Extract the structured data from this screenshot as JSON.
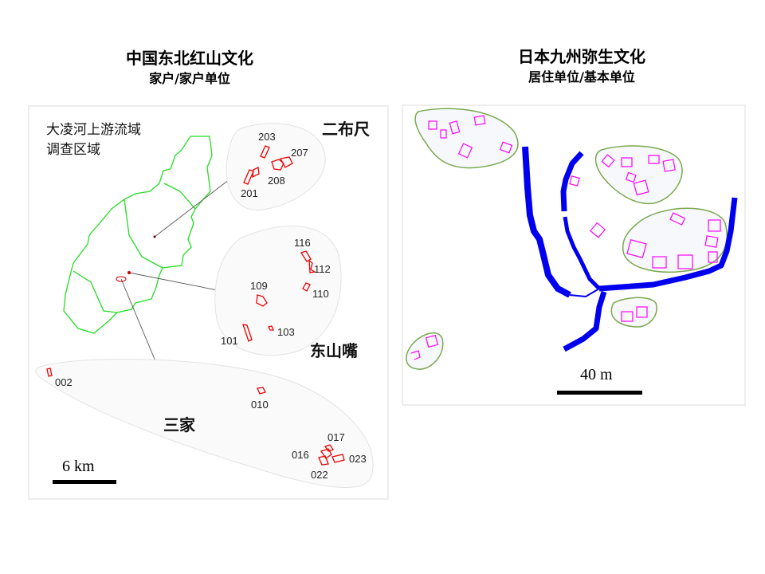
{
  "left": {
    "title": "中国东北红山文化",
    "subtitle": "家户/家户单位",
    "region_label_line1": "大凌河上游流域",
    "region_label_line2": "调查区域",
    "clusters": [
      {
        "name": "二布尺",
        "houses": [
          "203",
          "207",
          "208",
          "201"
        ]
      },
      {
        "name": "东山嘴",
        "houses": [
          "116",
          "112",
          "109",
          "110",
          "101",
          "103"
        ]
      },
      {
        "name": "三家",
        "houses": [
          "002",
          "010",
          "017",
          "016",
          "023",
          "022"
        ]
      }
    ],
    "scale_label": "6 km"
  },
  "right": {
    "title": "日本九州弥生文化",
    "subtitle": "居住单位/基本单位",
    "scale_label": "40 m"
  },
  "colors": {
    "house": "#ee0000",
    "pit": "#ff00ff",
    "river": "#0000ee",
    "boundary": "#22dd22",
    "group_outline": "#7aa84f"
  }
}
